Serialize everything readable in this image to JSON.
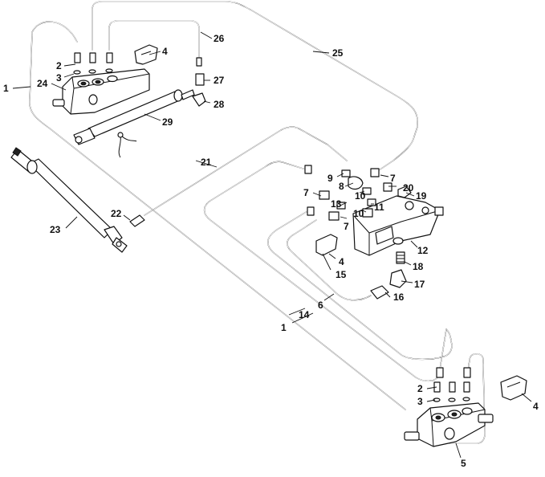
{
  "callouts": [
    {
      "id": "c1a",
      "text": "1"
    },
    {
      "id": "c1b",
      "text": "1"
    },
    {
      "id": "c2a",
      "text": "2"
    },
    {
      "id": "c2b",
      "text": "2"
    },
    {
      "id": "c3a",
      "text": "3"
    },
    {
      "id": "c3b",
      "text": "3"
    },
    {
      "id": "c4a",
      "text": "4"
    },
    {
      "id": "c4b",
      "text": "4"
    },
    {
      "id": "c4c",
      "text": "4"
    },
    {
      "id": "c5",
      "text": "5"
    },
    {
      "id": "c6",
      "text": "6"
    },
    {
      "id": "c7a",
      "text": "7"
    },
    {
      "id": "c7b",
      "text": "7"
    },
    {
      "id": "c7c",
      "text": "7"
    },
    {
      "id": "c8",
      "text": "8"
    },
    {
      "id": "c9",
      "text": "9"
    },
    {
      "id": "c10a",
      "text": "10"
    },
    {
      "id": "c10b",
      "text": "10"
    },
    {
      "id": "c11",
      "text": "11"
    },
    {
      "id": "c12",
      "text": "12"
    },
    {
      "id": "c13",
      "text": "13"
    },
    {
      "id": "c14",
      "text": "14"
    },
    {
      "id": "c15",
      "text": "15"
    },
    {
      "id": "c16",
      "text": "16"
    },
    {
      "id": "c17",
      "text": "17"
    },
    {
      "id": "c18",
      "text": "18"
    },
    {
      "id": "c19",
      "text": "19"
    },
    {
      "id": "c20",
      "text": "20"
    },
    {
      "id": "c21",
      "text": "21"
    },
    {
      "id": "c22",
      "text": "22"
    },
    {
      "id": "c23",
      "text": "23"
    },
    {
      "id": "c24",
      "text": "24"
    },
    {
      "id": "c25",
      "text": "25"
    },
    {
      "id": "c26",
      "text": "26"
    },
    {
      "id": "c27",
      "text": "27"
    },
    {
      "id": "c28",
      "text": "28"
    },
    {
      "id": "c29",
      "text": "29"
    }
  ]
}
